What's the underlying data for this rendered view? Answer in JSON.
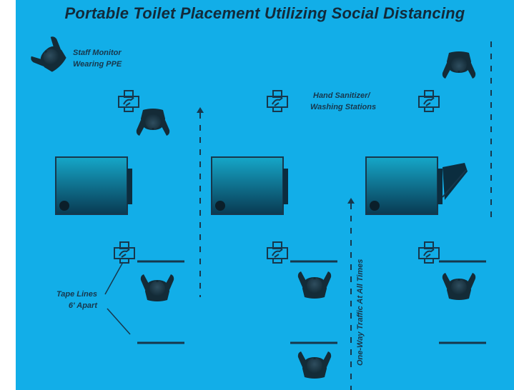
{
  "title": "Portable Toilet Placement Utilizing Social Distancing",
  "labels": {
    "staff_monitor": [
      "Staff Monitor",
      "Wearing PPE"
    ],
    "hand_sanitizer": [
      "Hand Sanitizer/",
      "Washing Stations"
    ],
    "tape_lines": [
      "Tape Lines",
      "6' Apart"
    ],
    "one_way": "One-Way Traffic At All Times"
  },
  "colors": {
    "background": "#12aee8",
    "ink": "#17374c",
    "toilet_top": "#15a7c9",
    "toilet_bottom": "#093a52"
  },
  "icons": [
    "person-icon",
    "portable-toilet-icon",
    "hand-sanitizer-icon",
    "dashed-arrow-icon",
    "tape-line"
  ]
}
